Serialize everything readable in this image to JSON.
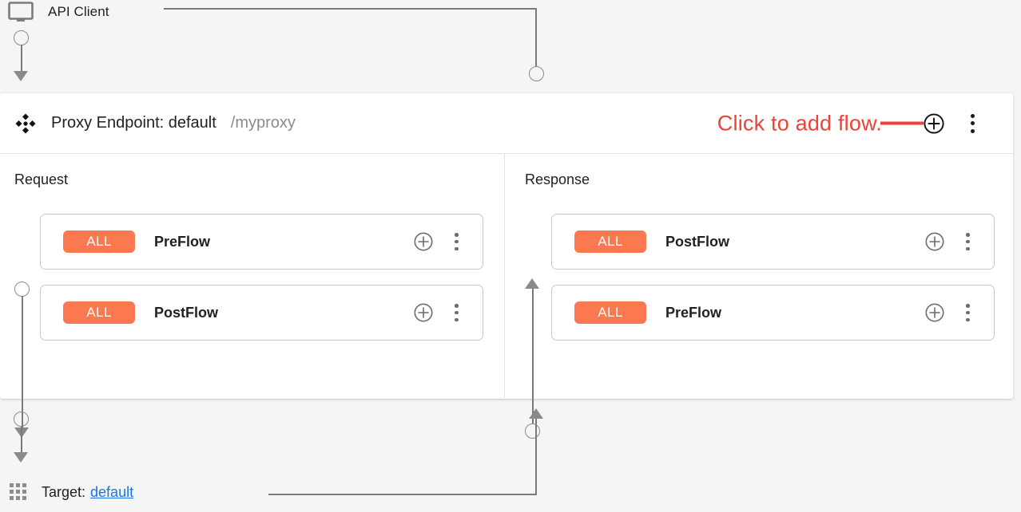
{
  "client": {
    "label": "API Client",
    "icon": "monitor-icon"
  },
  "endpoint": {
    "icon": "move-drag-icon",
    "title": "Proxy Endpoint: default",
    "path": "/myproxy",
    "annotation_text": "Click to add flow.",
    "add_flow_icon": "plus-circle-icon",
    "menu_icon": "more-vert-icon"
  },
  "columns": [
    {
      "title": "Request",
      "flows": [
        {
          "badge": "ALL",
          "name": "PreFlow",
          "add_icon": "plus-circle-icon",
          "menu_icon": "more-vert-icon"
        },
        {
          "badge": "ALL",
          "name": "PostFlow",
          "add_icon": "plus-circle-icon",
          "menu_icon": "more-vert-icon"
        }
      ]
    },
    {
      "title": "Response",
      "flows": [
        {
          "badge": "ALL",
          "name": "PostFlow",
          "add_icon": "plus-circle-icon",
          "menu_icon": "more-vert-icon"
        },
        {
          "badge": "ALL",
          "name": "PreFlow",
          "add_icon": "plus-circle-icon",
          "menu_icon": "more-vert-icon"
        }
      ]
    }
  ],
  "target": {
    "icon": "apps-grid-icon",
    "label": "Target:",
    "link": "default"
  },
  "colors": {
    "badge_orange": "#fb7850",
    "annotation_red": "#ef4135",
    "link_blue": "#1a73e8",
    "connector_gray": "#8a8a8a",
    "page_background": "#f5f5f5",
    "card_background": "#ffffff"
  }
}
